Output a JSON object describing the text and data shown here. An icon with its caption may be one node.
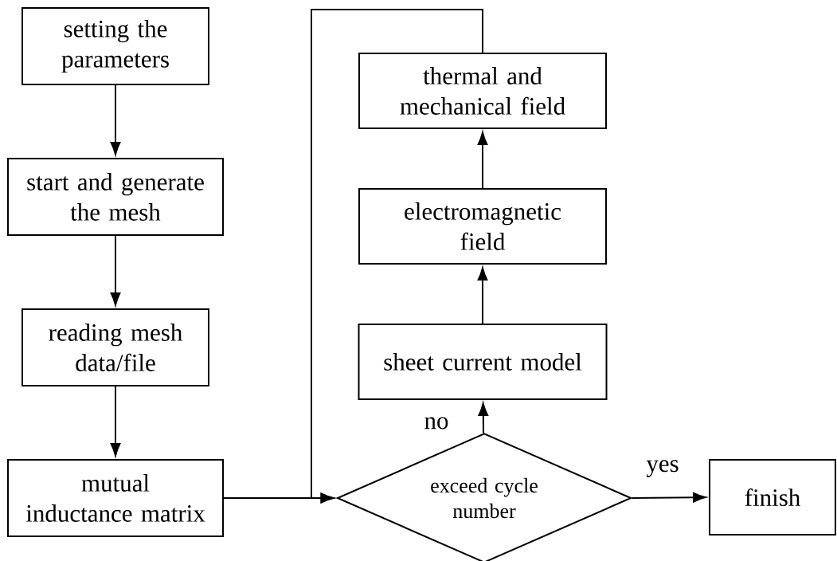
{
  "diagram": {
    "nodes": [
      {
        "text": [
          "setting the parameters"
        ]
      },
      {
        "text": [
          "start and generate the mesh"
        ]
      },
      {
        "text": [
          "reading mesh data/file"
        ]
      },
      {
        "text": [
          "mutual inductance matrix"
        ]
      },
      {
        "text": [
          "exceed cycle number"
        ]
      },
      {
        "text": [
          "sheet current model"
        ]
      },
      {
        "text": [
          "electromagnetic field"
        ]
      },
      {
        "text": [
          "thermal and mechanical field"
        ]
      },
      {
        "text": [
          "finish"
        ]
      }
    ],
    "edges": [
      {
        "from": 0,
        "to": 1,
        "arrow": "to"
      },
      {
        "from": 1,
        "to": 2,
        "arrow": "to"
      },
      {
        "from": 2,
        "to": 3,
        "arrow": "to"
      },
      {
        "from": 3,
        "to": 4,
        "arrow": "to"
      },
      {
        "from": 4,
        "to": 5,
        "arrow": "to",
        "label": "no"
      },
      {
        "from": 5,
        "to": 6,
        "arrow": "to"
      },
      {
        "from": 6,
        "to": 7,
        "arrow": "to"
      },
      {
        "from": 7,
        "to": 4,
        "arrow": "to"
      },
      {
        "from": 4,
        "to": 8,
        "arrow": "to",
        "label": "yes"
      }
    ]
  }
}
